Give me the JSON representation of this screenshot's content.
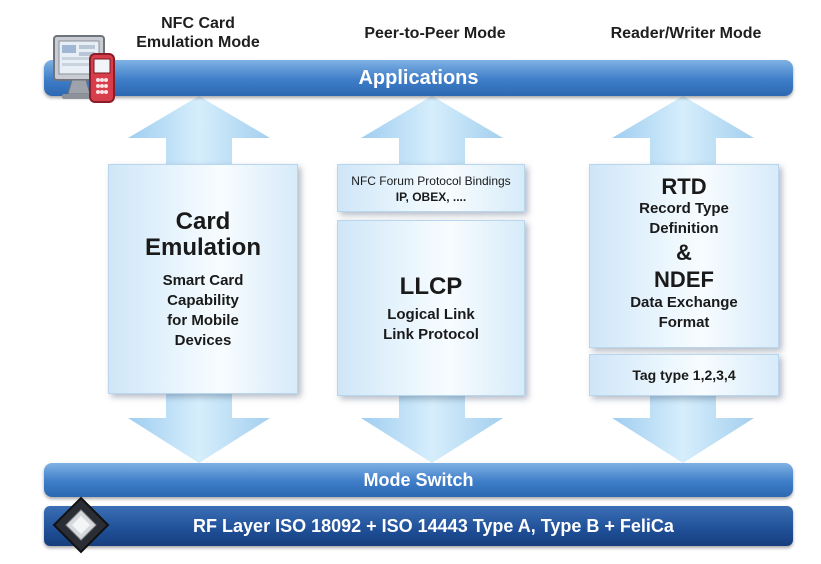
{
  "headers": {
    "card": "NFC Card\nEmulation Mode",
    "p2p": "Peer-to-Peer Mode",
    "rw": "Reader/Writer Mode"
  },
  "bars": {
    "applications": "Applications",
    "mode_switch": "Mode Switch",
    "rf_layer": "RF Layer ISO 18092 + ISO 14443 Type A, Type B + FeliCa"
  },
  "card_box": {
    "title_line1": "Card",
    "title_line2": "Emulation",
    "desc": [
      "Smart Card",
      "Capability",
      "for Mobile",
      "Devices"
    ]
  },
  "p2p": {
    "bindings_line1": "NFC Forum Protocol Bindings",
    "bindings_line2": "IP, OBEX, ....",
    "llcp_title": "LLCP",
    "llcp_desc": [
      "Logical Link",
      "Link Protocol"
    ]
  },
  "rw": {
    "rtd_title": "RTD",
    "rtd_desc": [
      "Record Type",
      "Definition"
    ],
    "amp": "&",
    "ndef_title": "NDEF",
    "ndef_desc": [
      "Data Exchange",
      "Format"
    ],
    "tag_types": "Tag type 1,2,3,4"
  },
  "colors": {
    "bar_blue": "#3e7dc8",
    "rf_blue": "#1f4f97",
    "arrow_light": "#bfe0f6",
    "box_light": "#eef8fe"
  }
}
